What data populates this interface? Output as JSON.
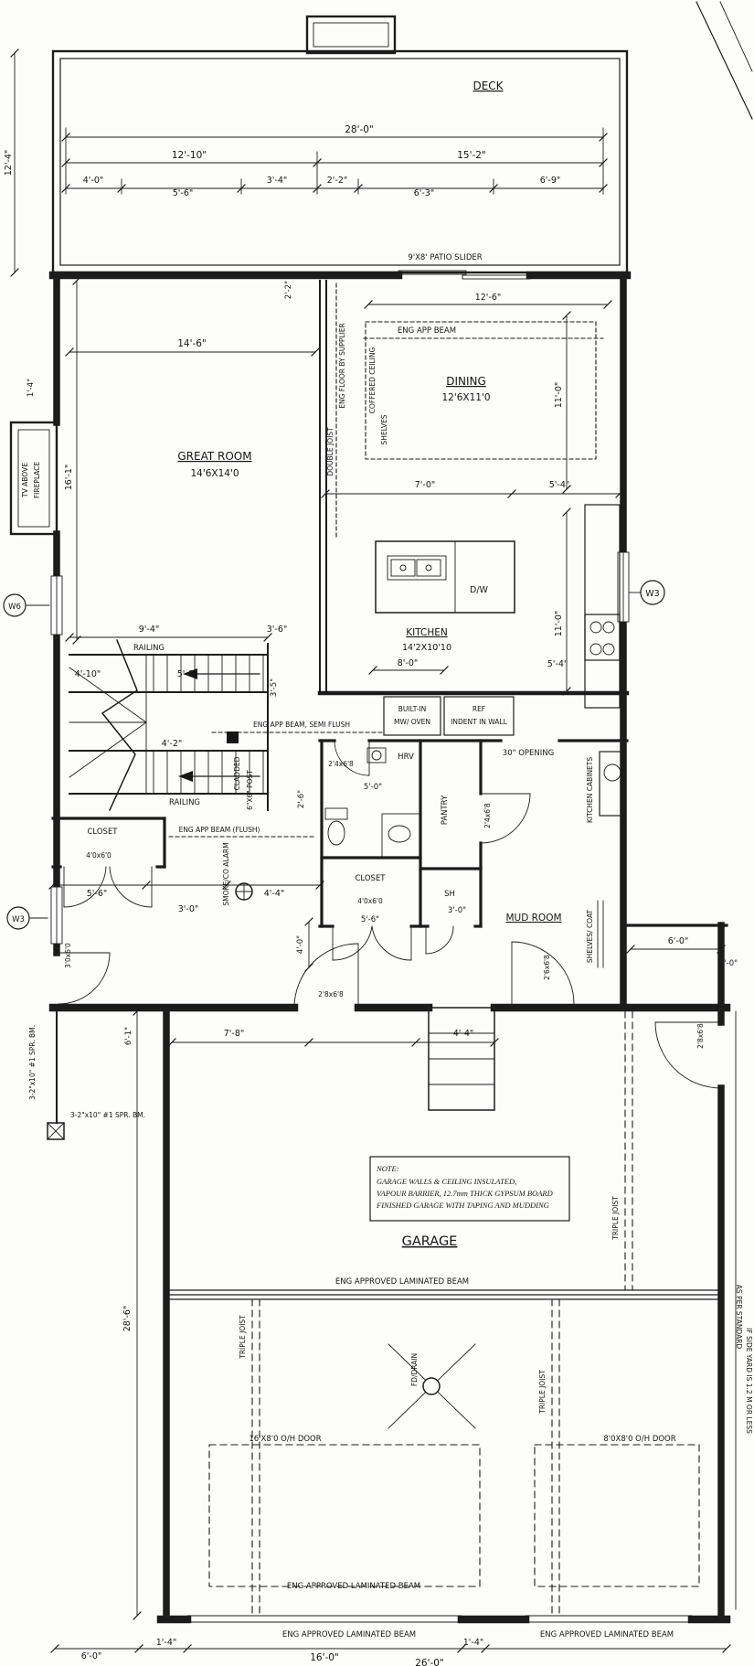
{
  "rooms": {
    "deck": "DECK",
    "great_room_name": "GREAT ROOM",
    "great_room_size": "14'6X14'0",
    "dining_name": "DINING",
    "dining_size": "12'6X11'0",
    "kitchen_name": "KITCHEN",
    "kitchen_size": "14'2X10'10",
    "mud_room": "MUD ROOM",
    "garage": "GARAGE",
    "pantry": "PANTRY",
    "closet_left": "CLOSET",
    "closet_center": "CLOSET",
    "sh": "SH"
  },
  "dims": {
    "d28_0": "28'-0\"",
    "d12_10": "12'-10\"",
    "d15_2": "15'-2\"",
    "d4_0a": "4'-0\"",
    "d5_6a": "5'-6\"",
    "d3_4a": "3'-4\"",
    "d2_2a": "2'-2\"",
    "d6_3": "6'-3\"",
    "d6_9": "6'-9\"",
    "d12_4": "12'-4\"",
    "d2_2b": "2'-2\"",
    "d12_6": "12'-6\"",
    "d14_6": "14'-6\"",
    "d1_4a": "1'-4\"",
    "d11_0a": "11'-0\"",
    "d16_1": "16'-1\"",
    "d7_0": "7'-0\"",
    "d5_4a": "5'-4\"",
    "d11_0b": "11'-0\"",
    "d5_4b": "5'-4\"",
    "d8_0": "8'-0\"",
    "d9_4": "9'-4\"",
    "d3_6": "3'-6\"",
    "d4_10": "4'-10\"",
    "d5_0a": "5'-0\"",
    "d3_5": "3'-5\"",
    "d4_2": "4'-2\"",
    "d5_0b": "5'-0\"",
    "d2_6": "2'-6\"",
    "d5_6b": "5'-6\"",
    "d3_0a": "3'-0\"",
    "d4_4a": "4'-4\"",
    "d4_0b": "4'-0\"",
    "d5_6c": "5'-6\"",
    "d3_0b": "3'-0\"",
    "d6_0a": "6'-0\"",
    "d1_0": "1'-0\"",
    "d6_1": "6'-1\"",
    "d7_8": "7'-8\"",
    "d4_4b": "4'-4\"",
    "d28_6": "28'-6\"",
    "d6_0b": "6'-0\"",
    "d1_4b": "1'-4\"",
    "d16_0": "16'-0\"",
    "d1_4c": "1'-4\"",
    "d26_0": "26'-0\""
  },
  "doors": {
    "patio_slider": "9'X8' PATIO SLIDER",
    "closet_left_door": "4'0x6'0",
    "closet_center_door": "4'0x6'0",
    "bath_door": "2'4x6'8",
    "pantry_door": "2'4x6'8",
    "mud_door": "2'6x6'8",
    "garage_man_door": "2'8x6'8",
    "rear_door": "2'8x6'8",
    "side_door": "3'0x6'0",
    "oh_door_16": "16'X8'0 O/H DOOR",
    "oh_door_8": "8'0X8'0 O/H DOOR",
    "opening_30": "30\" OPENING"
  },
  "ann": {
    "eng_app_beam": "ENG APP BEAM",
    "eng_floor": "ENG FLOOR BY SUPPLIER",
    "double_joist": "DOUBLE JOIST",
    "coffered": "COFFERED CEILING",
    "shelves": "SHELVES",
    "tv_1": "TV ABOVE",
    "tv_2": "FIREPLACE",
    "railing_top": "RAILING",
    "railing_bottom": "RAILING",
    "beam_semi": "ENG APP BEAM, SEMI FLUSH",
    "beam_flush": "ENG APP BEAM (FLUSH)",
    "cladded": "CLADDED",
    "post": "6\"X6\" POST",
    "built_in_1": "BUILT-IN",
    "built_in_2": "MW/ OVEN",
    "ref_1": "REF",
    "ref_2": "INDENT IN WALL",
    "hrv": "HRV",
    "dw": "D/W",
    "cabinets": "KITCHEN CABINETS",
    "smoke": "SMOKE/CO ALARM",
    "shelves_coat": "SHELVES/ COAT",
    "spr_v": "3-2\"x10\" #1 SPR. BM.",
    "spr_h": "3-2\"x10\" #1 SPR. BM.",
    "tj1": "TRIPLE JOIST",
    "tj2": "TRIPLE JOIST",
    "tj3": "TRIPLE JOIST",
    "fd": "FD/DRAIN",
    "lam1": "ENG APPROVED LAMINATED BEAM",
    "lam2": "ENG APPROVED LAMINATED BEAM",
    "lam3": "ENG APPROVED LAMINATED BEAM",
    "lam4": "ENG APPROVED LAMINATED BEAM",
    "side_yard_1": "AS PER STANDARD",
    "side_yard_2": "IF SIDE YARD IS 1.2 M OR LESS",
    "w6": "W6",
    "w3l": "W3",
    "w3r": "W3"
  },
  "note": {
    "l1": "NOTE:",
    "l2": "GARAGE WALLS & CEILING INSULATED,",
    "l3": "VAPOUR BARRIER, 12.7mm THICK GYPSUM BOARD",
    "l4": "FINISHED GARAGE WITH TAPING AND MUDDING"
  }
}
